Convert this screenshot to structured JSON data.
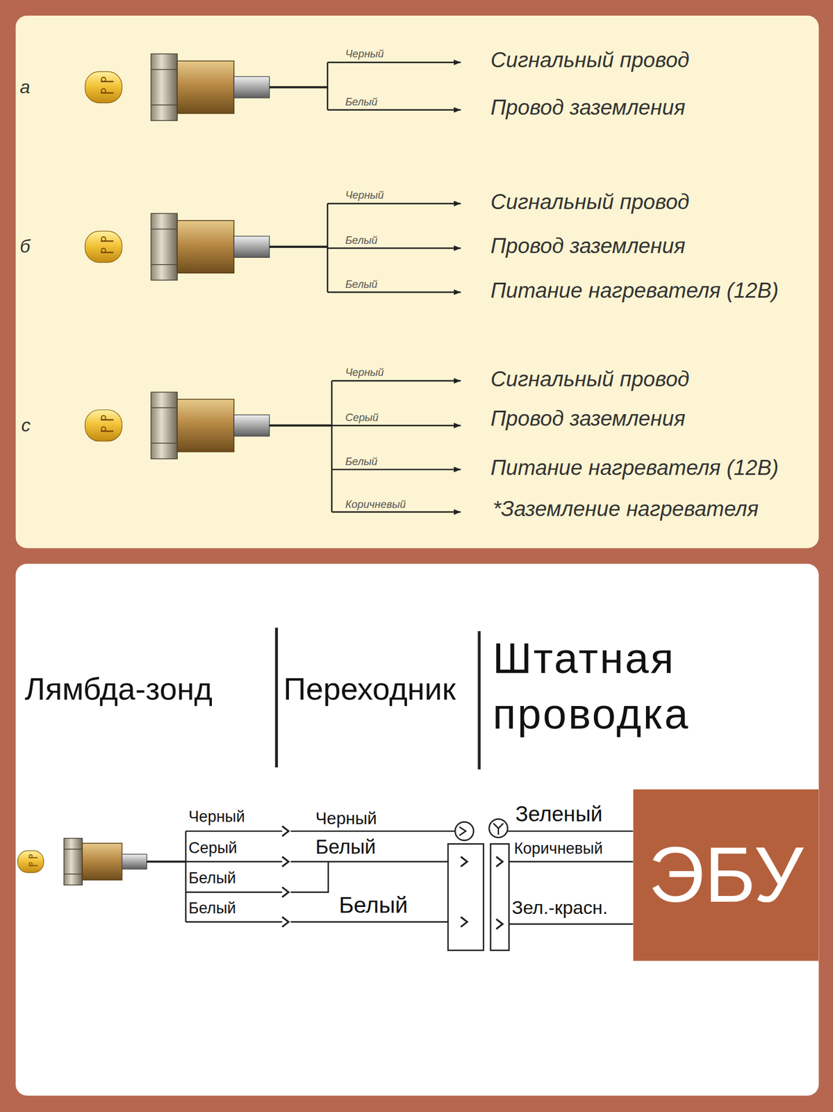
{
  "diagram": {
    "nodes": [
      {
        "text": [
          "ЭБУ"
        ]
      }
    ],
    "labels": [
      "а",
      "Черный",
      "Сигнальный провод",
      "Белый",
      "Провод заземления",
      "б",
      "Черный",
      "Сигнальный провод",
      "Белый",
      "Провод заземления",
      "Белый",
      "Питание нагревателя (12В)",
      "с",
      "Черный",
      "Сигнальный провод",
      "Серый",
      "Провод заземления",
      "Белый",
      "Питание нагревателя (12В)",
      "Коричневый",
      "*Заземление нагревателя",
      "Лямбда-зонд",
      "Переходник",
      "Штатная проводка",
      "Черный",
      "Серый",
      "Белый",
      "Белый",
      "Черный",
      "Белый",
      "Белый",
      "Зеленый",
      "Коричневый",
      "Зел.-красн."
    ]
  }
}
